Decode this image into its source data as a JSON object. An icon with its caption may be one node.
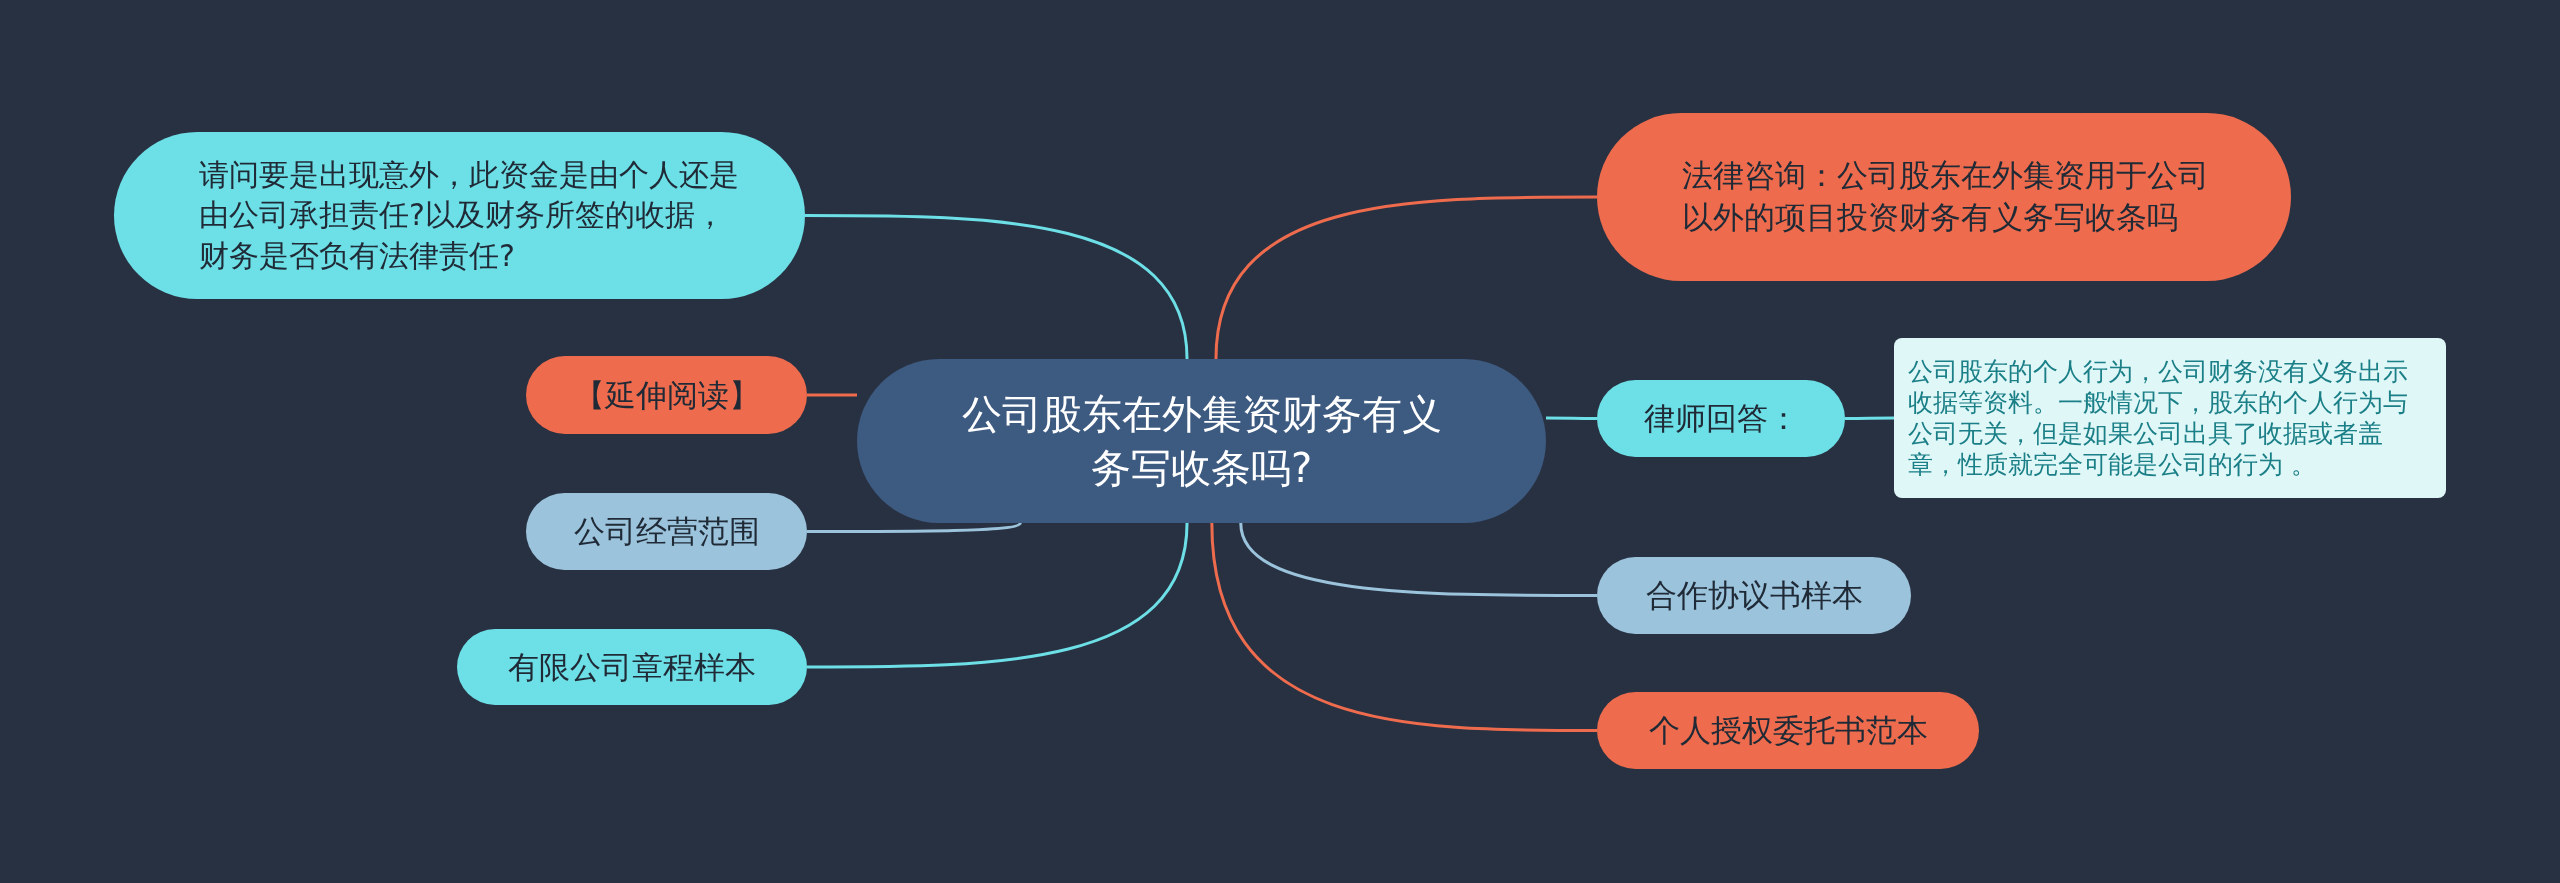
{
  "diagram": {
    "nodes": [
      {
        "text": [
          "公司股东在外集资财务有义务写收条吗?"
        ]
      },
      {
        "text": [
          "请问要是出现意外，此资金是由个人还是由公司承担责任?以及财务所签的收据，财务是否负有法律责任?"
        ]
      },
      {
        "text": [
          "【延伸阅读】"
        ]
      },
      {
        "text": [
          "公司经营范围"
        ]
      },
      {
        "text": [
          "有限公司章程样本"
        ]
      },
      {
        "text": [
          "法律咨询：公司股东在外集资用于公司以外的项目投资财务有义务写收条吗"
        ]
      },
      {
        "text": [
          "律师回答："
        ]
      },
      {
        "text": [
          "公司股东的个人行为，公司财务没有义务出示收据等资料。一般情况下，股东的个人行为与公司无关，但是如果公司出具了收据或者盖章，性质就完全可能是公司的行为 。"
        ]
      },
      {
        "text": [
          "合作协议书样本"
        ]
      },
      {
        "text": [
          "个人授权委托书范本"
        ]
      }
    ],
    "edges": [
      {
        "from": 0,
        "to": 1,
        "arrow": "none",
        "color": "#6ddfe6"
      },
      {
        "from": 0,
        "to": 2,
        "arrow": "none",
        "color": "#ee6c4d"
      },
      {
        "from": 0,
        "to": 3,
        "arrow": "none",
        "color": "#9bc3dc"
      },
      {
        "from": 0,
        "to": 4,
        "arrow": "none",
        "color": "#6ddfe6"
      },
      {
        "from": 0,
        "to": 5,
        "arrow": "none",
        "color": "#ee6c4d"
      },
      {
        "from": 0,
        "to": 6,
        "arrow": "none",
        "color": "#6ddfe6"
      },
      {
        "from": 6,
        "to": 7,
        "arrow": "none",
        "color": "#6ddfe6"
      },
      {
        "from": 0,
        "to": 8,
        "arrow": "none",
        "color": "#9bc3dc"
      },
      {
        "from": 0,
        "to": 9,
        "arrow": "none",
        "color": "#ee6c4d"
      }
    ]
  }
}
